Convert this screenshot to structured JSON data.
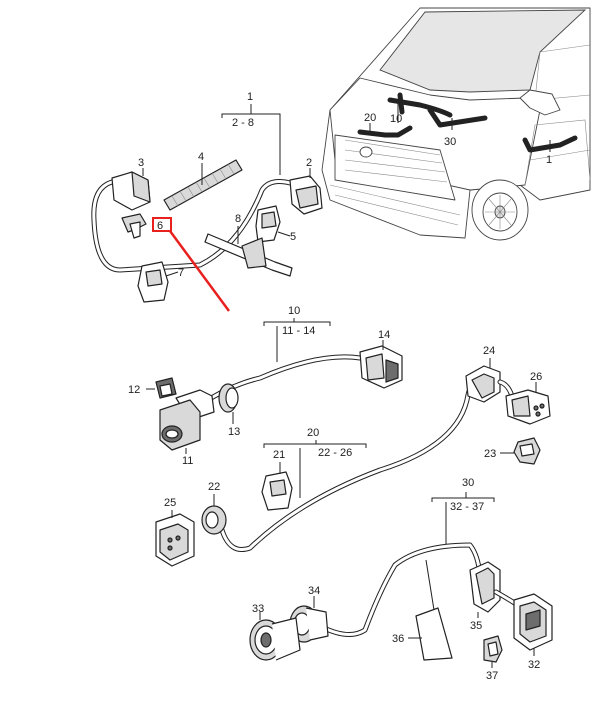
{
  "callouts": {
    "c1": "1",
    "c1_range": "2 - 8",
    "c2": "2",
    "c3": "3",
    "c4": "4",
    "c5": "5",
    "c6": "6",
    "c7": "7",
    "c8": "8",
    "c10": "10",
    "c10_range": "11 - 14",
    "c11": "11",
    "c12": "12",
    "c13": "13",
    "c14": "14",
    "c20": "20",
    "c20_range": "22 - 26",
    "c21": "21",
    "c22": "22",
    "c23": "23",
    "c24": "24",
    "c25": "25",
    "c26": "26",
    "c30": "30",
    "c30_range": "32 - 37",
    "c32": "32",
    "c33": "33",
    "c34": "34",
    "c35": "35",
    "c36": "36",
    "c37": "37"
  },
  "vehicle_callouts": {
    "v1": "1",
    "v10": "10",
    "v20": "20",
    "v30": "30"
  },
  "highlight": {
    "color": "#e8211f"
  }
}
